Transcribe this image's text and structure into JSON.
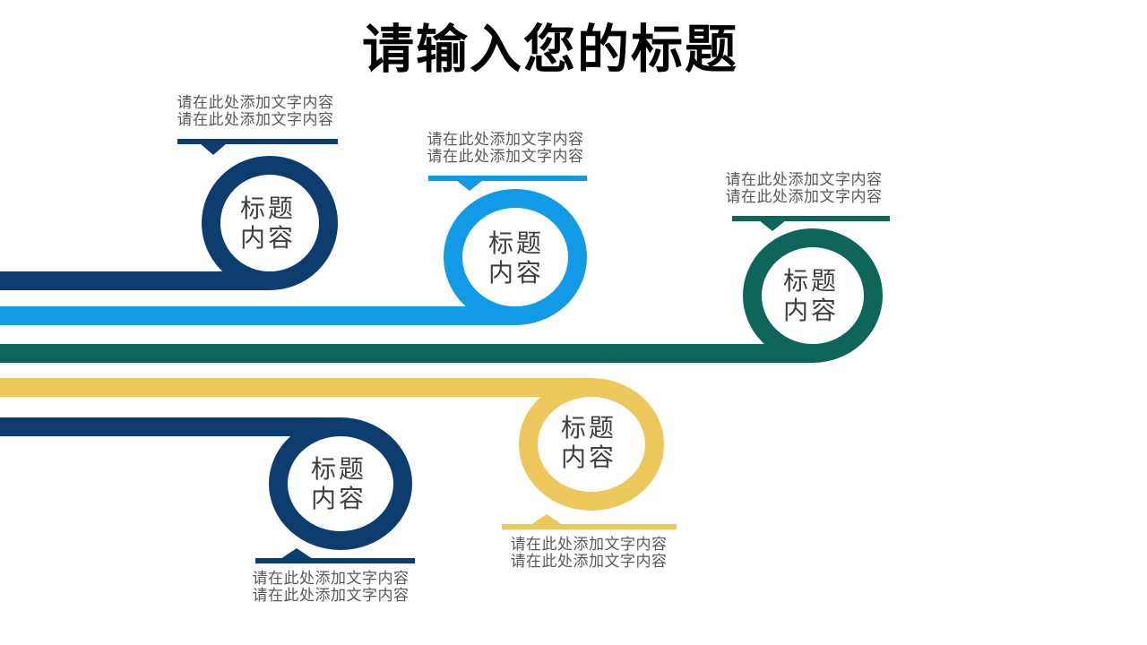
{
  "title": "请输入您的标题",
  "colors": {
    "navy": "#0d3d6e",
    "light_blue": "#119be6",
    "teal": "#0e665b",
    "yellow": "#ecc85c",
    "caption_text": "#595959",
    "label_text": "#3f3f3f",
    "title_text": "#000000"
  },
  "nodes": [
    {
      "id": 1,
      "color_name": "navy",
      "label_line1": "标题",
      "label_line2": "内容",
      "caption_line1": "请在此处添加文字内容",
      "caption_line2": "请在此处添加文字内容"
    },
    {
      "id": 2,
      "color_name": "light_blue",
      "label_line1": "标题",
      "label_line2": "内容",
      "caption_line1": "请在此处添加文字内容",
      "caption_line2": "请在此处添加文字内容"
    },
    {
      "id": 3,
      "color_name": "teal",
      "label_line1": "标题",
      "label_line2": "内容",
      "caption_line1": "请在此处添加文字内容",
      "caption_line2": "请在此处添加文字内容"
    },
    {
      "id": 4,
      "color_name": "yellow",
      "label_line1": "标题",
      "label_line2": "内容",
      "caption_line1": "请在此处添加文字内容",
      "caption_line2": "请在此处添加文字内容"
    },
    {
      "id": 5,
      "color_name": "navy",
      "label_line1": "标题",
      "label_line2": "内容",
      "caption_line1": "请在此处添加文字内容",
      "caption_line2": "请在此处添加文字内容"
    }
  ]
}
